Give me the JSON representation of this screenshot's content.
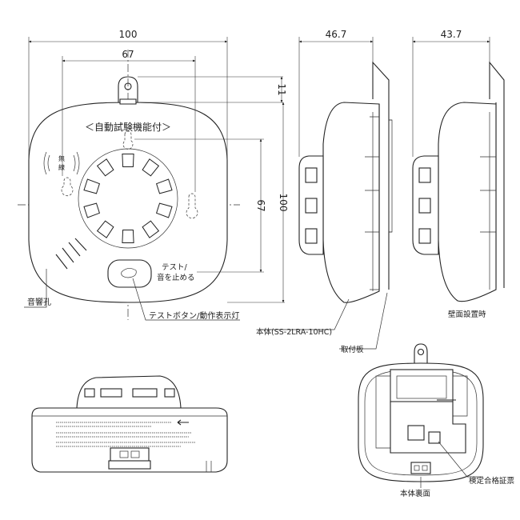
{
  "dimensions": {
    "width_outer": "100",
    "width_hole": "67",
    "height_tab": "11",
    "height_hole": "67",
    "height_outer": "100",
    "side_depth": "46.7",
    "wall_depth": "43.7"
  },
  "labels": {
    "auto_test": "＜自動試験機能付＞",
    "wireless_top": "無",
    "wireless_bottom": "線",
    "test_stop_line1": "テスト/",
    "test_stop_line2": "音を止める",
    "sound_hole": "音響孔",
    "test_button": "テストボタン/動作表示灯",
    "body_model": "本体(SS-2LRA-10HC)",
    "mount_plate": "取付板",
    "wall_mount": "壁面設置時",
    "body_back": "本体裏面",
    "cert_label": "検定合格証票"
  }
}
